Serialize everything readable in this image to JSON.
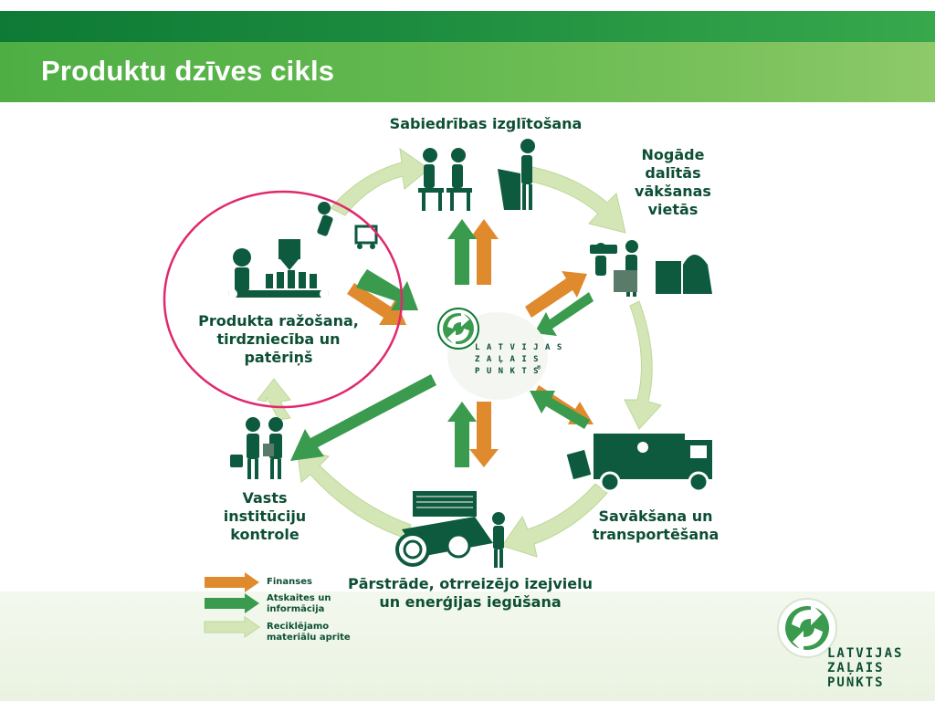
{
  "slide": {
    "title": "Produktu dzīves cikls"
  },
  "stages": {
    "education": "Sabiedrības izglītošana",
    "delivery": [
      "Nogāde",
      "dalītās",
      "vākšanas",
      "vietās"
    ],
    "collection": [
      "Savākšana un",
      "transportēšana"
    ],
    "recycling": [
      "Pārstrāde, otrreizējo izejvielu",
      "un enerģijas iegūšana"
    ],
    "control": [
      "Vasts",
      "institūciju",
      "kontrole"
    ],
    "production": [
      "Produkta ražošana,",
      "tirdzniecība un",
      "patēriņš"
    ]
  },
  "center_logo": {
    "line1": "L A T V I J A S",
    "line2": "Z A Ļ A I S",
    "line3": "P U N K T S",
    "registered": "®"
  },
  "legend": {
    "finance": "Finanses",
    "reports": [
      "Atskaites un",
      "informācija"
    ],
    "recyclables": [
      "Reciklējamo",
      "materiālu aprite"
    ]
  },
  "corner_logo": {
    "line1": "LATVIJAS",
    "line2": "ZAĻAIS",
    "line3": "PUNKTS"
  },
  "colors": {
    "orange": "#e08a2e",
    "dark_green": "#3a9a4e",
    "light_green": "#d4e6b5",
    "text_green": "#0d4f34",
    "highlight_circle": "#e0286e"
  }
}
